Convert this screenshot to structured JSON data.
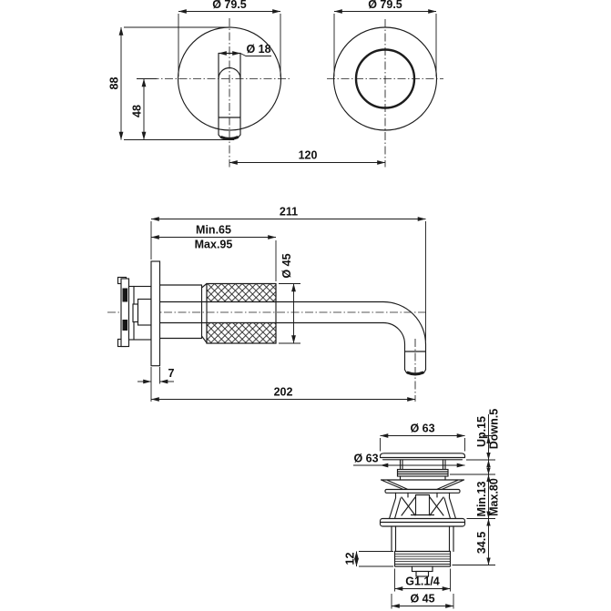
{
  "drawing": {
    "type": "technical-dimension-drawing",
    "subject": "wall-mounted basin mixer tap with spout and pop-up drain waste",
    "line_color": "#1c1c1c",
    "background": "#ffffff",
    "views": {
      "handle_front": {
        "name": "mixer handle trim front view",
        "dims": {
          "plate_diameter": "Ø 79.5",
          "handle_diameter": "Ø 18",
          "total_height": "88",
          "handle_height": "48",
          "center_distance": "120"
        }
      },
      "spout_escutcheon_front": {
        "name": "spout escutcheon front view",
        "dims": {
          "plate_diameter": "Ø 79.5"
        }
      },
      "spout_side": {
        "name": "spout side view",
        "dims": {
          "total_length": "211",
          "wall_depth_min": "Min.65",
          "wall_depth_max": "Max.95",
          "body_diameter": "Ø 45",
          "plate_thickness": "7",
          "spout_reach": "202"
        }
      },
      "drain": {
        "name": "pop-up drain waste view",
        "dims": {
          "cap_diameter": "Ø 63",
          "flange_diameter": "Ø 63",
          "travel_up": "Up.15",
          "travel_down": "Down.5",
          "clamp_min": "Min.13",
          "clamp_max": "Max.80",
          "below_deck": "34.5",
          "thread_length": "12",
          "thread_size": "G1.1/4",
          "body_diameter": "Ø 45"
        }
      }
    }
  }
}
